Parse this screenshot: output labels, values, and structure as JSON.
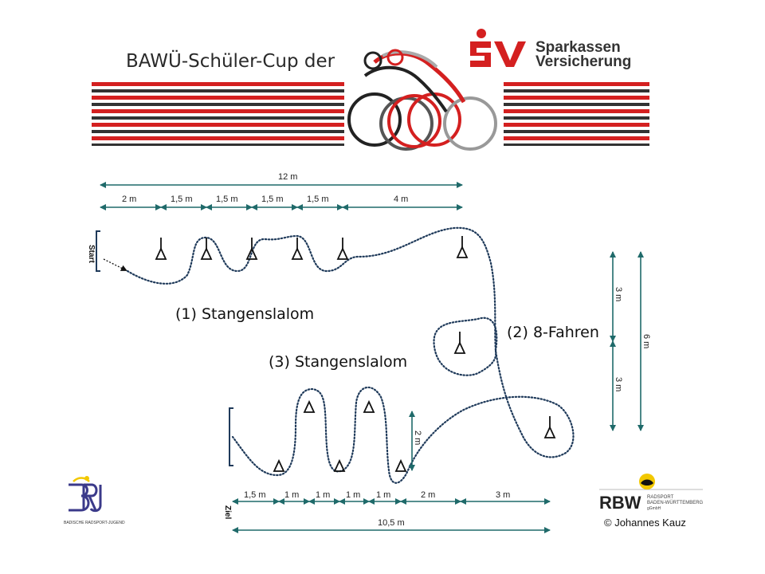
{
  "header": {
    "title": "BAWÜ-Schüler-Cup der",
    "sponsor_line1": "Sparkassen",
    "sponsor_line2": "Versicherung",
    "sponsor_mark": "SV"
  },
  "stations": {
    "s1": "(1)  Stangenslalom",
    "s2": "(2)  8-Fahren",
    "s3": "(3)  Stangenslalom"
  },
  "markers": {
    "start": "Start",
    "finish": "Ziel"
  },
  "dims_top": {
    "total": "12 m",
    "d1": "2 m",
    "d2": "1,5 m",
    "d3": "1,5 m",
    "d4": "1,5 m",
    "d5": "1,5 m",
    "d6": "4 m"
  },
  "dims_right": {
    "upper": "3 m",
    "lower": "3 m",
    "total": "6 m"
  },
  "dims_slalom_height": "2 m",
  "dims_bottom": {
    "d1": "1,5 m",
    "d2": "1 m",
    "d3": "1 m",
    "d4": "1 m",
    "d5": "1 m",
    "d6": "2 m",
    "d7": "3 m",
    "total": "10,5 m"
  },
  "logos": {
    "brj_caption": "BADISCHE RADSPORT-JUGEND",
    "rbw_name": "RBW",
    "rbw_sub1": "RADSPORT",
    "rbw_sub2": "BADEN-WÜRTTEMBERG",
    "rbw_sub3": "gGmbH"
  },
  "credit": "© Johannes Kauz",
  "colors": {
    "red": "#d42020",
    "dark": "#333333",
    "path": "#1f3a5a",
    "arrow": "#1f6a6a",
    "purple": "#3b3a8a",
    "yellow": "#f2c800"
  }
}
